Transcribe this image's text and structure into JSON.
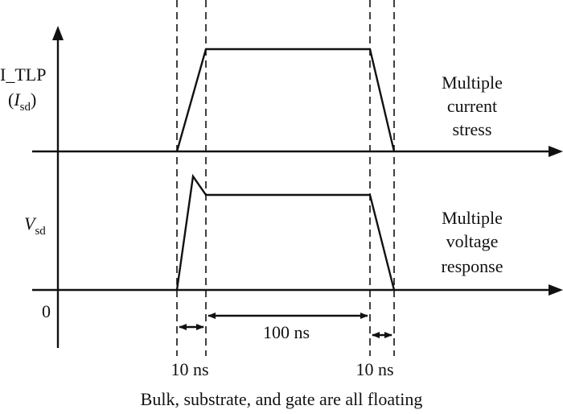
{
  "labels": {
    "current_name": "I_TLP",
    "current_symbol_open": "(",
    "current_symbol_var": "I",
    "current_symbol_sub": "sd",
    "current_symbol_close": ")",
    "current_desc": [
      "Multiple",
      "current",
      "stress"
    ],
    "voltage_var": "V",
    "voltage_sub": "sd",
    "voltage_desc": [
      "Multiple",
      "voltage",
      "response"
    ],
    "origin": "0",
    "rise_time": "10 ns",
    "pulse_width": "100 ns",
    "fall_time": "10 ns",
    "caption": "Bulk, substrate, and gate are all floating"
  }
}
